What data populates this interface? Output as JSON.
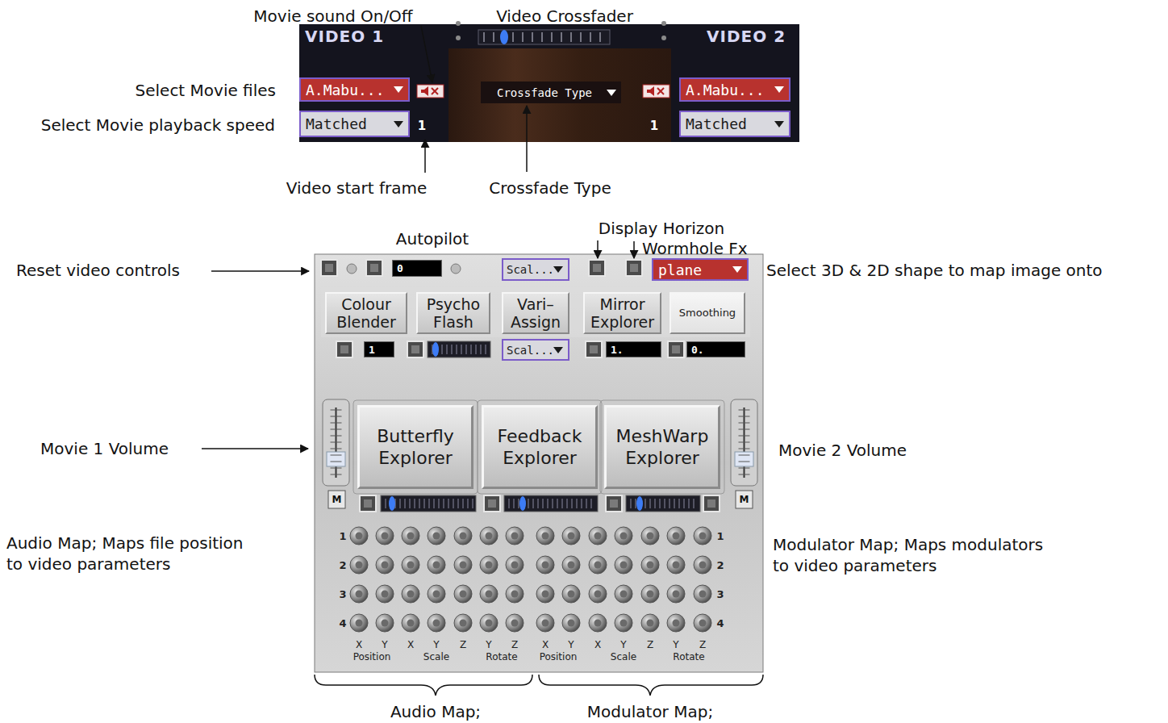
{
  "diagram": {
    "nodes": [
      {
        "text": [
          "A.Mabu..."
        ]
      },
      {
        "text": [
          "Matched"
        ]
      },
      {
        "text": [
          "Crossfade Type"
        ]
      },
      {
        "text": [
          "A.Mabu..."
        ]
      },
      {
        "text": [
          "Matched"
        ]
      },
      {
        "text": [
          "0"
        ]
      },
      {
        "text": [
          "Scal..."
        ]
      },
      {
        "text": [
          "plane"
        ]
      },
      {
        "text": [
          "Colour Blender"
        ]
      },
      {
        "text": [
          "Psycho Flash"
        ]
      },
      {
        "text": [
          "Vari– Assign"
        ]
      },
      {
        "text": [
          "Mirror Explorer"
        ]
      },
      {
        "text": [
          "Smoothing"
        ]
      },
      {
        "text": [
          "1"
        ]
      },
      {
        "text": [
          "Scal..."
        ]
      },
      {
        "text": [
          "1."
        ]
      },
      {
        "text": [
          "0."
        ]
      },
      {
        "text": [
          "Butterfly Explorer"
        ]
      },
      {
        "text": [
          "Feedback Explorer"
        ]
      },
      {
        "text": [
          "MeshWarp Explorer"
        ]
      }
    ],
    "labels": [
      "Movie sound On/Off",
      "Video Crossfader",
      "VIDEO 1",
      "VIDEO 2",
      "Select Movie files",
      "Select Movie playback speed",
      "1",
      "1",
      "Video start frame",
      "Crossfade Type",
      "Display Horizon",
      "Wormhole Fx",
      "Autopilot",
      "Reset video controls",
      "Select 3D & 2D shape to map image onto",
      "Movie 1 Volume",
      "Movie 2 Volume",
      "M",
      "M",
      "Audio Map; Maps file position to video parameters",
      "Modulator Map; Maps modulators to video parameters",
      "1",
      "2",
      "3",
      "4",
      "1",
      "2",
      "3",
      "4",
      "X",
      "Y",
      "X",
      "Y",
      "Z",
      "Y",
      "Z",
      "X",
      "Y",
      "X",
      "Y",
      "Z",
      "Y",
      "Z",
      "Position",
      "Scale",
      "Rotate",
      "Position",
      "Scale",
      "Rotate",
      "Audio Map;",
      "Modulator Map;"
    ]
  }
}
